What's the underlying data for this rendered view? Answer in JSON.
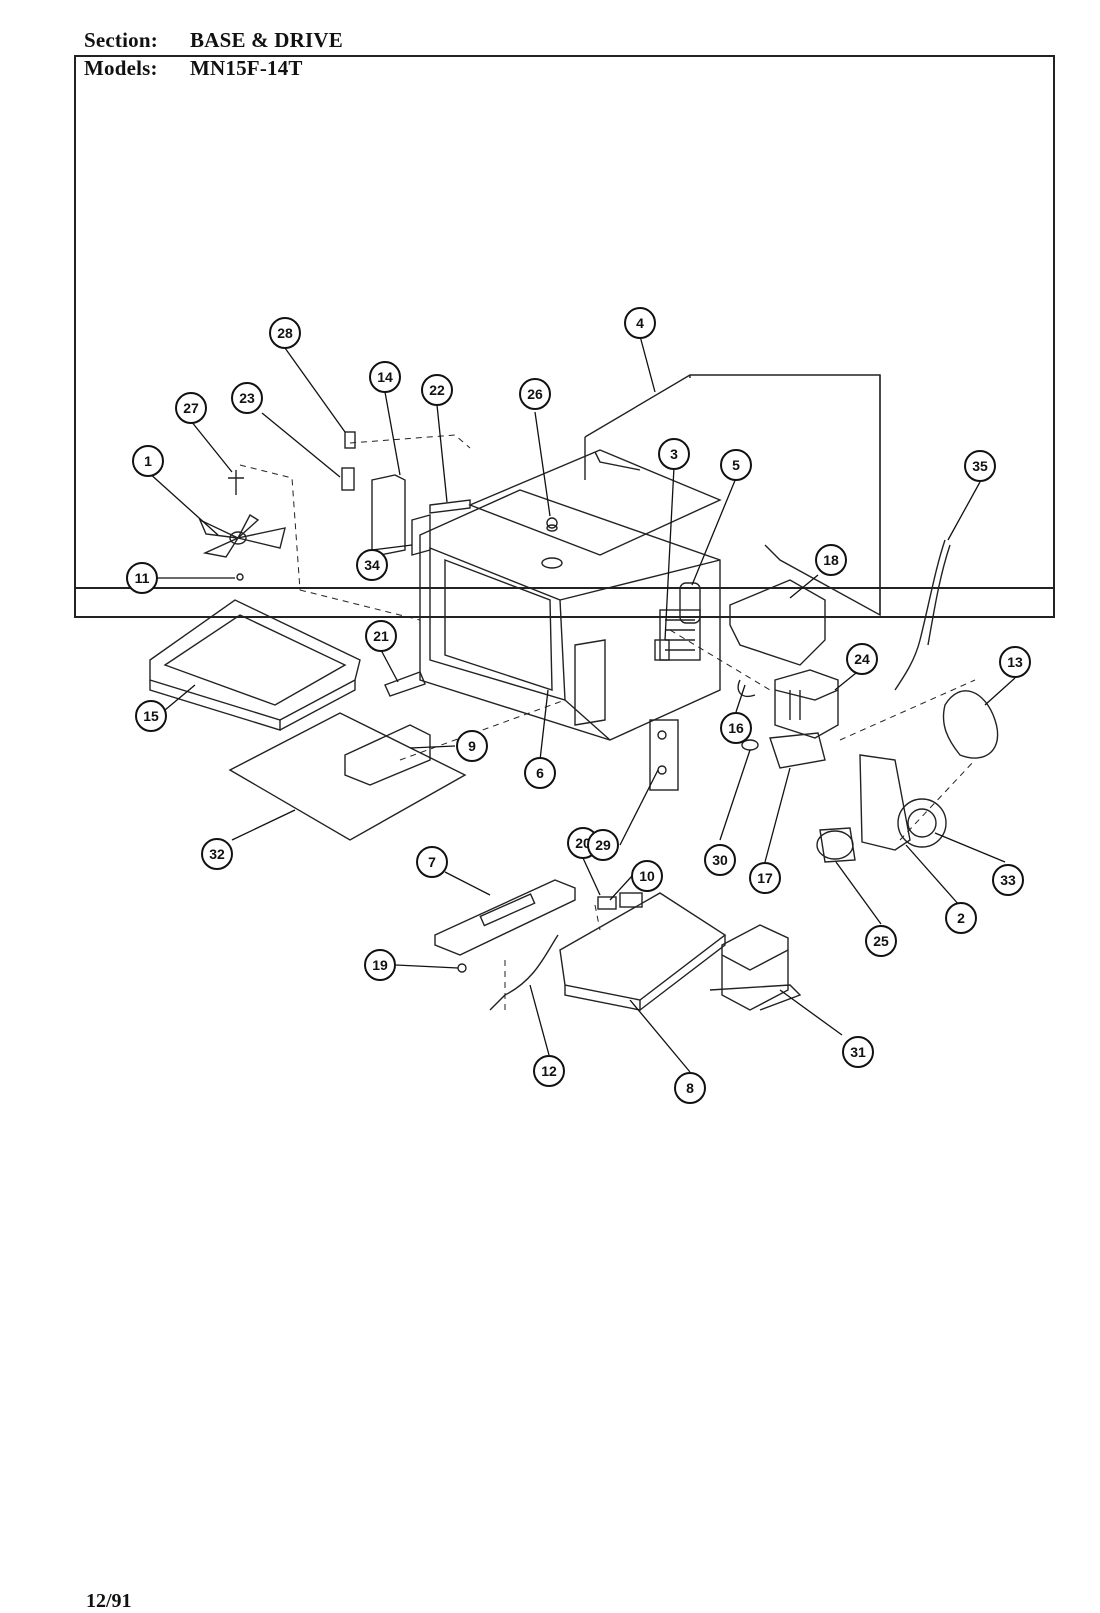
{
  "header": {
    "section_label": "Section:",
    "section_value": "BASE & DRIVE",
    "models_label": "Models:",
    "models_value": "MN15F-14T"
  },
  "footer": {
    "date": "12/91"
  },
  "callouts": [
    "1",
    "2",
    "3",
    "4",
    "5",
    "6",
    "7",
    "8",
    "9",
    "10",
    "11",
    "12",
    "13",
    "14",
    "15",
    "16",
    "17",
    "18",
    "19",
    "20",
    "21",
    "22",
    "23",
    "24",
    "25",
    "26",
    "27",
    "28",
    "29",
    "30",
    "31",
    "32",
    "33",
    "34",
    "35"
  ]
}
